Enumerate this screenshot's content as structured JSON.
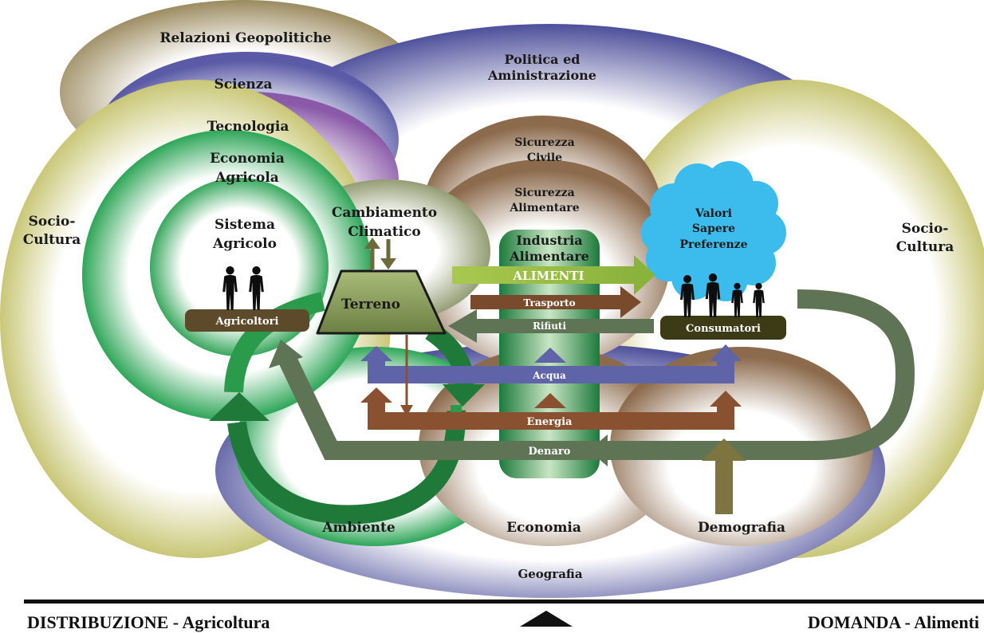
{
  "spheres": {
    "geopolitics": "Relazioni Geopolitiche",
    "science": "Scienza",
    "policy": [
      "Politica ed",
      "Aministrazione"
    ],
    "technology": "Tecnologia",
    "agri_economy": [
      "Economia",
      "Agricola"
    ],
    "farm_system": [
      "Sistema",
      "Agricolo"
    ],
    "socio_left": [
      "Socio-",
      "Cultura"
    ],
    "socio_right": [
      "Socio-",
      "Cultura"
    ],
    "civil_security": [
      "Sicurezza",
      "Civile"
    ],
    "food_security": [
      "Sicurezza",
      "Alimentare"
    ],
    "climate": [
      "Cambiamento",
      "Climatico"
    ],
    "food_industry": [
      "Industria",
      "Alimentare"
    ],
    "values": [
      "Valori",
      "Sapere",
      "Preferenze"
    ],
    "environment": "Ambiente",
    "economy": "Economia",
    "demography": "Demografia",
    "geography": "Geografia"
  },
  "nodes": {
    "farmers": "Agricoltori",
    "soil": "Terreno",
    "consumers": "Consumatori"
  },
  "flows": {
    "food": "ALIMENTI",
    "transport": "Trasporto",
    "waste": "Rifiuti",
    "water": "Acqua",
    "energy": "Energia",
    "money": "Denaro"
  },
  "footer": {
    "left": "DISTRIBUZIONE - Agricoltura",
    "right": "DOMANDA - Alimenti"
  },
  "colors": {
    "green_dark": "#1c7a3c",
    "green_light": "#9bc34a",
    "olive": "#5f7455",
    "brown": "#8a5130",
    "water": "#5f64a8",
    "values_blue": "#3cbcec"
  }
}
